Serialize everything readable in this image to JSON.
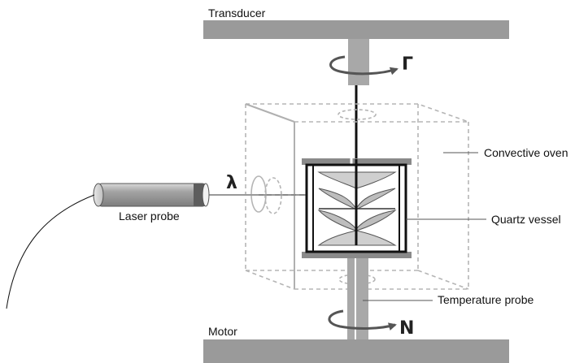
{
  "labels": {
    "transducer": "Transducer",
    "motor": "Motor",
    "convective_oven": "Convective oven",
    "quartz_vessel": "Quartz vessel",
    "temperature_probe": "Temperature probe",
    "laser_probe": "Laser probe"
  },
  "symbols": {
    "torque": "Γ",
    "wavelength": "λ",
    "rotation_speed": "N"
  },
  "colors": {
    "plate_gray": "#9a9a9a",
    "shaft_gray": "#a8a8a8",
    "dashed_line": "#b5b5b5",
    "ink": "#111111"
  }
}
